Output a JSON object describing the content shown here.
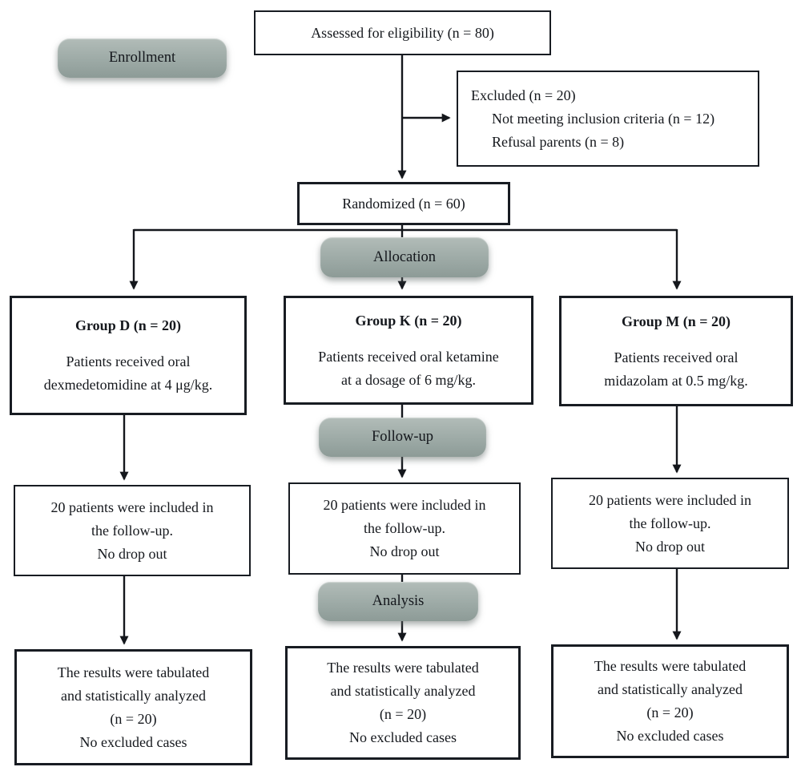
{
  "colors": {
    "background": "#ffffff",
    "box_border": "#181c22",
    "badge_fill": "#9daaa6",
    "arrow": "#14171c",
    "text": "#15181d"
  },
  "badges": {
    "enrollment": "Enrollment",
    "allocation": "Allocation",
    "followup": "Follow-up",
    "analysis": "Analysis"
  },
  "flow": {
    "assessed": "Assessed for eligibility (n = 80)",
    "excluded": {
      "title": "Excluded (n = 20)",
      "reasons": [
        "Not meeting inclusion criteria (n = 12)",
        "Refusal parents (n = 8)"
      ]
    },
    "randomized": "Randomized (n = 60)",
    "groups": [
      {
        "id": "D",
        "title": "Group D (n = 20)",
        "body": "Patients received oral\ndexmedetomidine at 4 μg/kg.",
        "followup": "20 patients were included in\nthe follow-up.\nNo drop out",
        "analysis": "The results were tabulated\nand statistically analyzed\n(n = 20)\nNo excluded cases"
      },
      {
        "id": "K",
        "title": "Group K (n = 20)",
        "body": "Patients received oral ketamine\nat a dosage of 6 mg/kg.",
        "followup": "20 patients were included in\nthe follow-up.\nNo drop out",
        "analysis": "The results were tabulated\nand statistically analyzed\n(n = 20)\nNo excluded cases"
      },
      {
        "id": "M",
        "title": "Group M (n = 20)",
        "body": "Patients received oral\nmidazolam at 0.5 mg/kg.",
        "followup": "20 patients were included in\nthe follow-up.\nNo drop out",
        "analysis": "The results were tabulated\nand statistically analyzed\n(n = 20)\nNo excluded cases"
      }
    ]
  }
}
